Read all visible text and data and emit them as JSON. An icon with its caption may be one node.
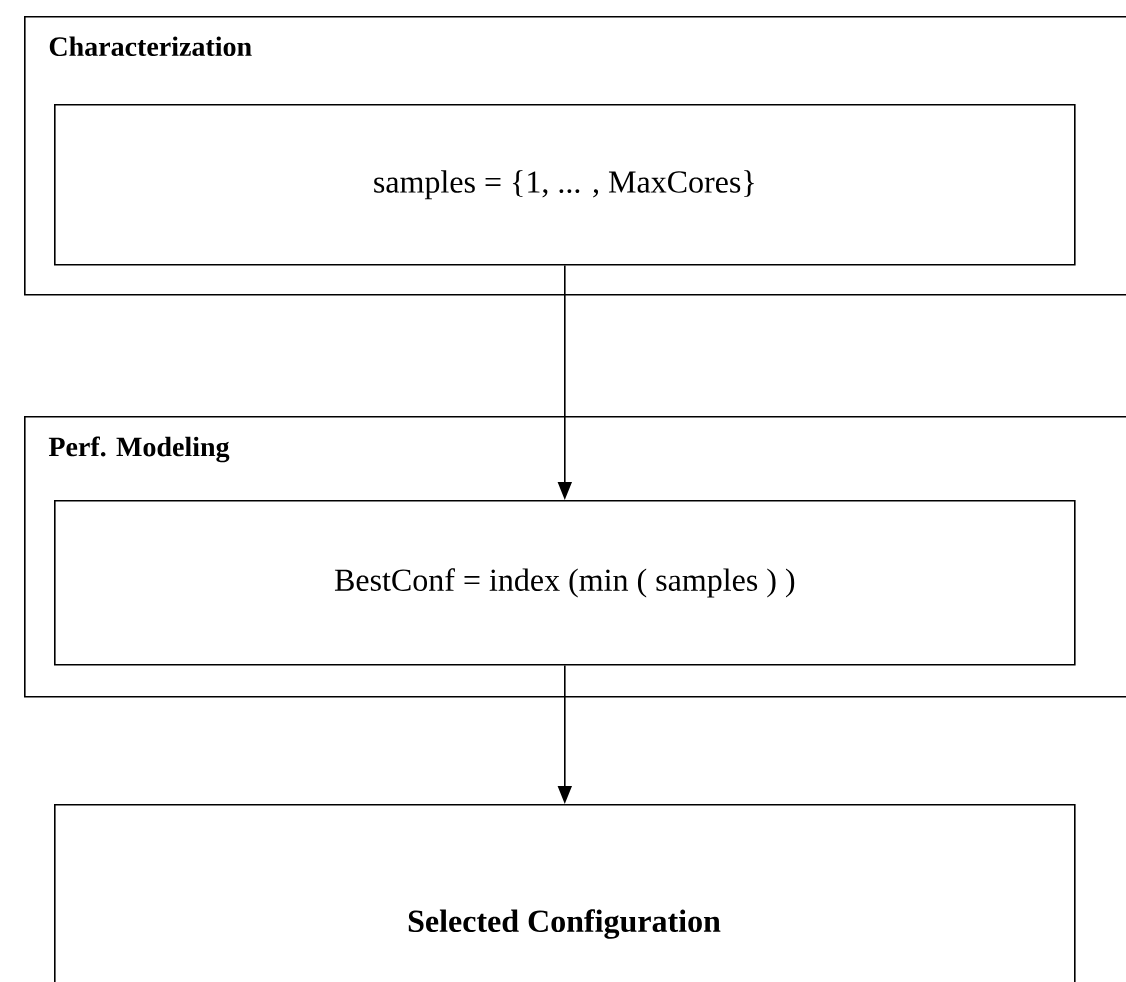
{
  "diagram": {
    "nodes": [
      {
        "text": [
          "Characterization"
        ]
      },
      {
        "text": [
          "samples = {1, ... , MaxCores}"
        ],
        "in": 0
      },
      {
        "text": [
          "Perf. Modeling"
        ]
      },
      {
        "text": [
          "BestConf = index (min ( samples ) )"
        ],
        "in": 2
      },
      {
        "text": [
          "Selected Configuration"
        ]
      }
    ],
    "edges": [
      {
        "from": 1,
        "to": 3,
        "arrow": "to"
      },
      {
        "from": 3,
        "to": 4,
        "arrow": "to"
      }
    ]
  }
}
